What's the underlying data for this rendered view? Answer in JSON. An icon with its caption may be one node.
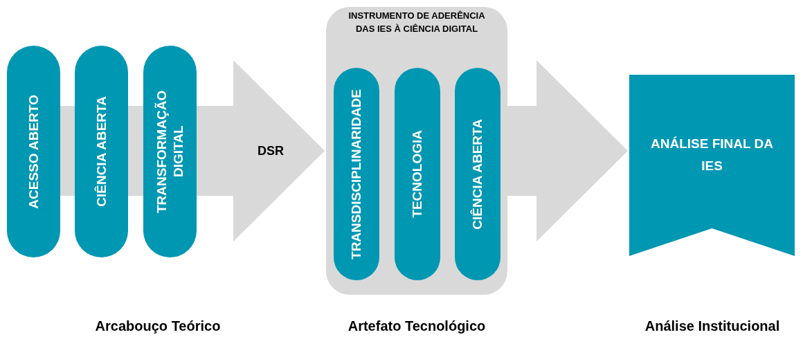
{
  "diagram": {
    "nodes": [
      {
        "text": [
          "ACESSO ABERTO"
        ]
      },
      {
        "text": [
          "CIÊNCIA ABERTA"
        ]
      },
      {
        "text": [
          "TRANSFORMAÇÃO DIGITAL"
        ]
      },
      {
        "text": [
          "INSTRUMENTO DE ADERÊNCIA DAS IES À CIÊNCIA DIGITAL"
        ]
      },
      {
        "text": [
          "TRANSDISCIPLINARIDADE"
        ],
        "in": 3
      },
      {
        "text": [
          "TECNOLOGIA"
        ],
        "in": 3
      },
      {
        "text": [
          "CIÊNCIA ABERTA"
        ],
        "in": 3
      },
      {
        "text": [
          "ANÁLISE FINAL DA IES"
        ]
      }
    ],
    "edges": [
      {
        "from": 2,
        "to": 3,
        "arrow": "to",
        "label": "DSR"
      },
      {
        "from": 3,
        "to": 7,
        "arrow": "to"
      }
    ],
    "labels": [
      "Arcabouço Teórico",
      "Artefato Tecnológico",
      "Análise Institucional"
    ]
  }
}
